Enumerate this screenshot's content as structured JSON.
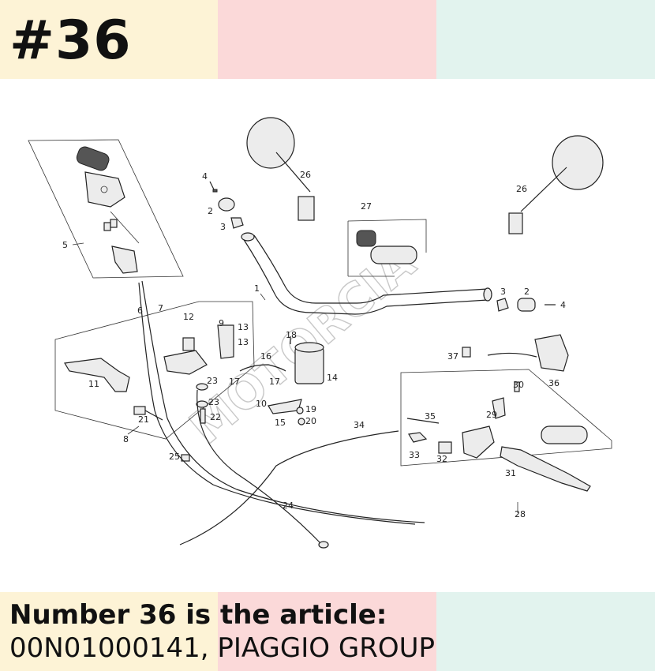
{
  "badge": "#36",
  "caption": {
    "line1": "Number 36 is the article:",
    "line2": "00N01000141, PIAGGIO GROUP"
  },
  "watermark": "MOTORCIA",
  "callouts": {
    "c1": "1",
    "c2a": "2",
    "c2b": "2",
    "c3a": "3",
    "c3b": "3",
    "c4a": "4",
    "c4b": "4",
    "c5": "5",
    "c6": "6",
    "c7": "7",
    "c8": "8",
    "c9": "9",
    "c10": "10",
    "c11": "11",
    "c12": "12",
    "c13a": "13",
    "c13b": "13",
    "c14": "14",
    "c15": "15",
    "c16": "16",
    "c17a": "17",
    "c17b": "17",
    "c18": "18",
    "c19": "19",
    "c20": "20",
    "c21": "21",
    "c22": "22",
    "c23a": "23",
    "c23b": "23",
    "c24": "24",
    "c25": "25",
    "c26a": "26",
    "c26b": "26",
    "c27": "27",
    "c28": "28",
    "c29": "29",
    "c30": "30",
    "c31": "31",
    "c32": "32",
    "c33": "33",
    "c34": "34",
    "c35": "35",
    "c36": "36",
    "c37": "37"
  }
}
